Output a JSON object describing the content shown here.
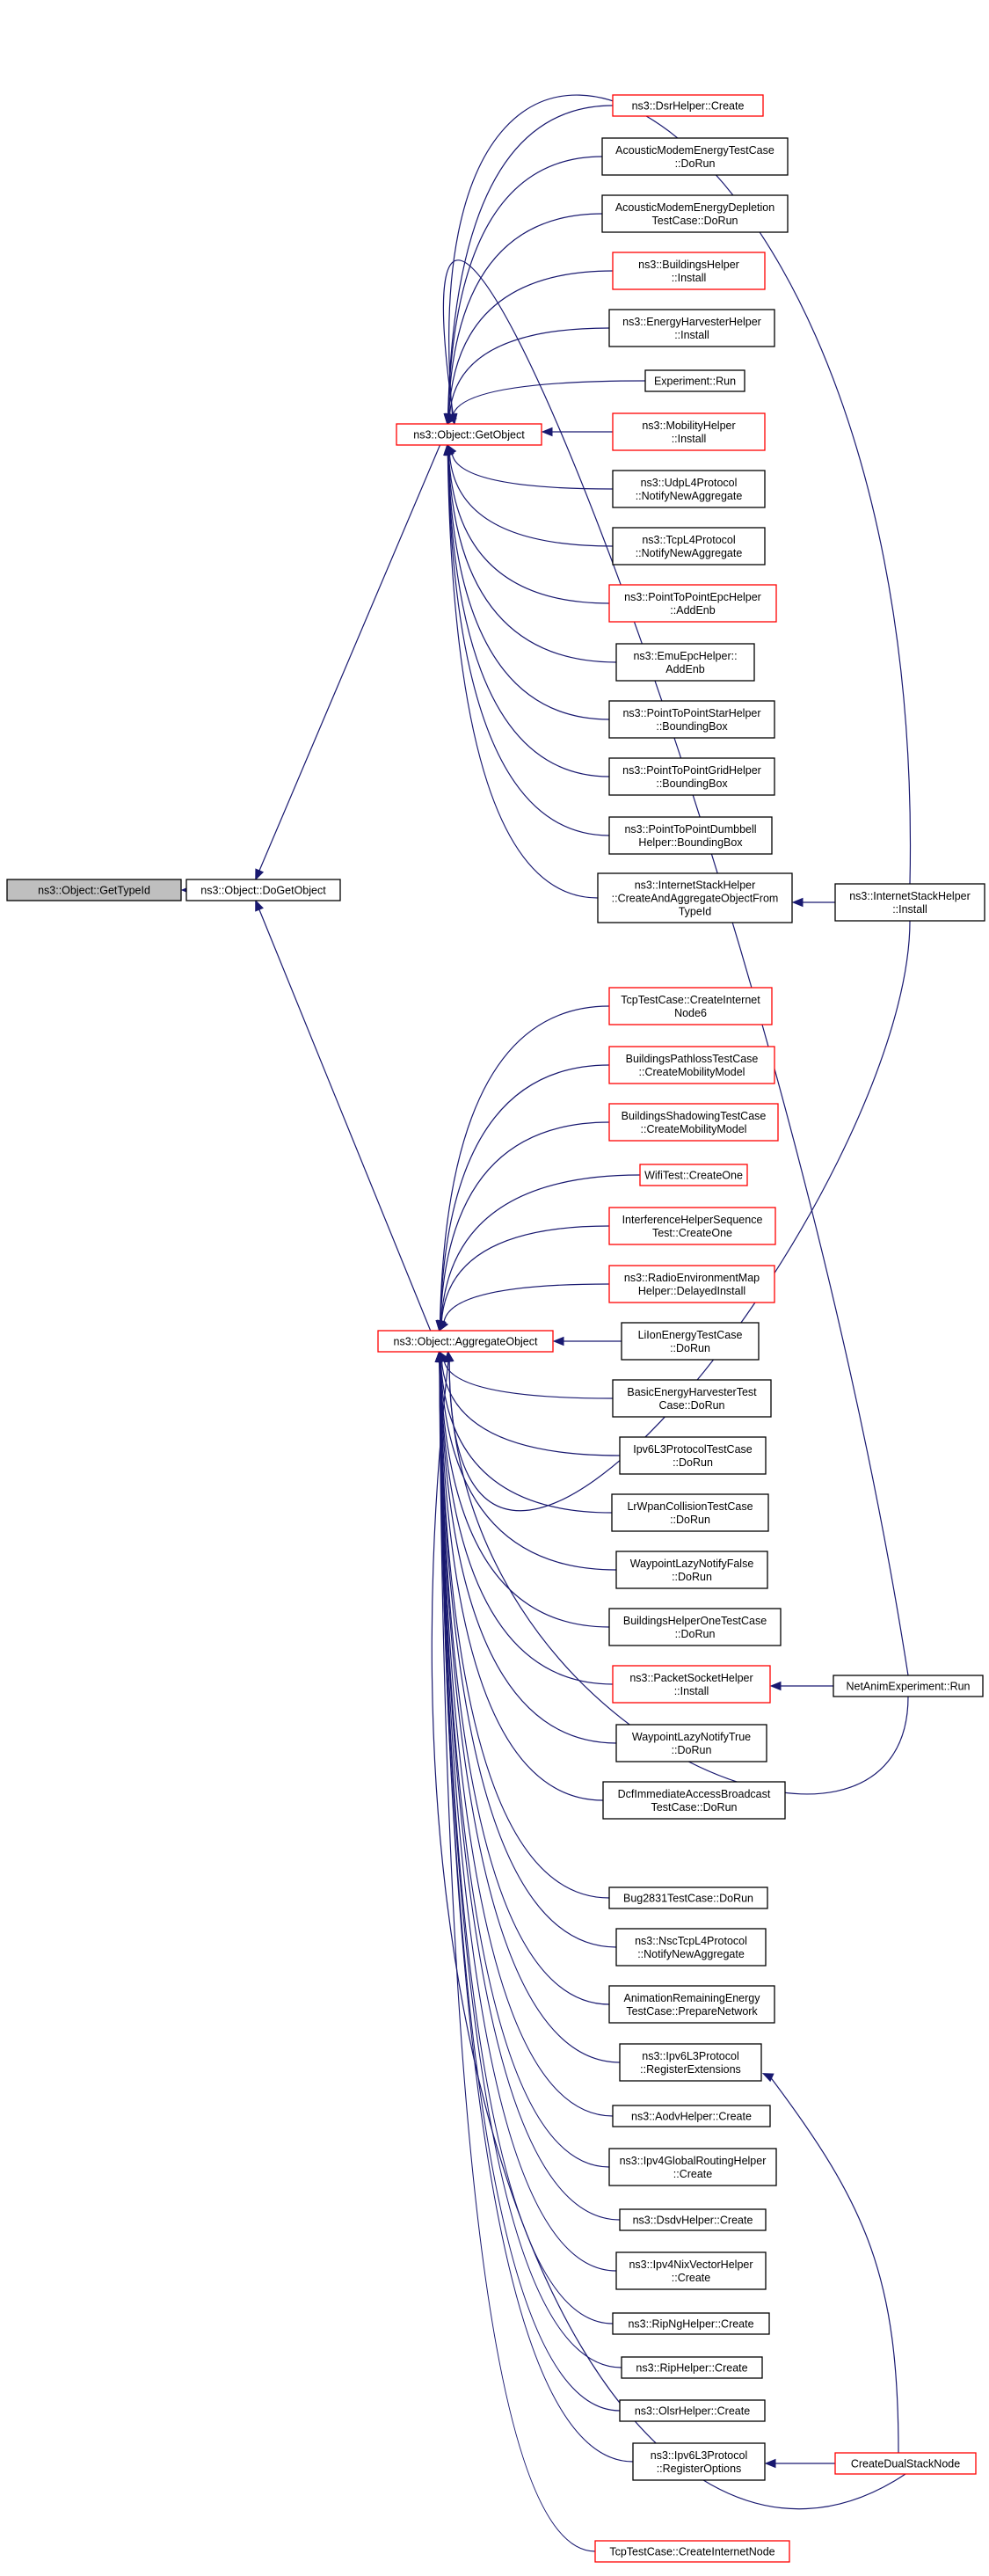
{
  "nodes": [
    {
      "id": "gettypeid",
      "lines": [
        "ns3::Object::GetTypeId"
      ],
      "style": "root"
    },
    {
      "id": "dogetobject",
      "lines": [
        "ns3::Object::DoGetObject"
      ],
      "style": "black"
    },
    {
      "id": "getobject",
      "lines": [
        "ns3::Object::GetObject"
      ],
      "style": "red"
    },
    {
      "id": "aggregateobject",
      "lines": [
        "ns3::Object::AggregateObject"
      ],
      "style": "red"
    },
    {
      "id": "dsrhelper",
      "lines": [
        "ns3::DsrHelper::Create"
      ],
      "style": "red"
    },
    {
      "id": "acousticenergy",
      "lines": [
        "AcousticModemEnergyTestCase",
        "::DoRun"
      ],
      "style": "black"
    },
    {
      "id": "acousticdepletion",
      "lines": [
        "AcousticModemEnergyDepletion",
        "TestCase::DoRun"
      ],
      "style": "black"
    },
    {
      "id": "buildingshelper",
      "lines": [
        "ns3::BuildingsHelper",
        "::Install"
      ],
      "style": "red"
    },
    {
      "id": "energyharvester",
      "lines": [
        "ns3::EnergyHarvesterHelper",
        "::Install"
      ],
      "style": "black"
    },
    {
      "id": "experimentrun",
      "lines": [
        "Experiment::Run"
      ],
      "style": "black"
    },
    {
      "id": "mobilityhelper",
      "lines": [
        "ns3::MobilityHelper",
        "::Install"
      ],
      "style": "red"
    },
    {
      "id": "udpl4",
      "lines": [
        "ns3::UdpL4Protocol",
        "::NotifyNewAggregate"
      ],
      "style": "black"
    },
    {
      "id": "tcpl4",
      "lines": [
        "ns3::TcpL4Protocol",
        "::NotifyNewAggregate"
      ],
      "style": "black"
    },
    {
      "id": "p2pepc",
      "lines": [
        "ns3::PointToPointEpcHelper",
        "::AddEnb"
      ],
      "style": "red"
    },
    {
      "id": "emuepc",
      "lines": [
        "ns3::EmuEpcHelper::",
        "AddEnb"
      ],
      "style": "black"
    },
    {
      "id": "p2pstar",
      "lines": [
        "ns3::PointToPointStarHelper",
        "::BoundingBox"
      ],
      "style": "black"
    },
    {
      "id": "p2pgrid",
      "lines": [
        "ns3::PointToPointGridHelper",
        "::BoundingBox"
      ],
      "style": "black"
    },
    {
      "id": "p2pdumbbell",
      "lines": [
        "ns3::PointToPointDumbbell",
        "Helper::BoundingBox"
      ],
      "style": "black"
    },
    {
      "id": "createaggregate",
      "lines": [
        "ns3::InternetStackHelper",
        "::CreateAndAggregateObjectFrom",
        "TypeId"
      ],
      "style": "black"
    },
    {
      "id": "internetstackinstall",
      "lines": [
        "ns3::InternetStackHelper",
        "::Install"
      ],
      "style": "black"
    },
    {
      "id": "tcpinternetnode6",
      "lines": [
        "TcpTestCase::CreateInternet",
        "Node6"
      ],
      "style": "red"
    },
    {
      "id": "pathloss",
      "lines": [
        "BuildingsPathlossTestCase",
        "::CreateMobilityModel"
      ],
      "style": "red"
    },
    {
      "id": "shadowing",
      "lines": [
        "BuildingsShadowingTestCase",
        "::CreateMobilityModel"
      ],
      "style": "red"
    },
    {
      "id": "wifitest",
      "lines": [
        "WifiTest::CreateOne"
      ],
      "style": "red"
    },
    {
      "id": "interference",
      "lines": [
        "InterferenceHelperSequence",
        "Test::CreateOne"
      ],
      "style": "red"
    },
    {
      "id": "radiomap",
      "lines": [
        "ns3::RadioEnvironmentMap",
        "Helper::DelayedInstall"
      ],
      "style": "red"
    },
    {
      "id": "liion",
      "lines": [
        "LiIonEnergyTestCase",
        "::DoRun"
      ],
      "style": "black"
    },
    {
      "id": "basicharvester",
      "lines": [
        "BasicEnergyHarvesterTest",
        "Case::DoRun"
      ],
      "style": "black"
    },
    {
      "id": "ipv6l3test",
      "lines": [
        "Ipv6L3ProtocolTestCase",
        "::DoRun"
      ],
      "style": "black"
    },
    {
      "id": "lrwpan",
      "lines": [
        "LrWpanCollisionTestCase",
        "::DoRun"
      ],
      "style": "black"
    },
    {
      "id": "waypointfalse",
      "lines": [
        "WaypointLazyNotifyFalse",
        "::DoRun"
      ],
      "style": "black"
    },
    {
      "id": "buildingsone",
      "lines": [
        "BuildingsHelperOneTestCase",
        "::DoRun"
      ],
      "style": "black"
    },
    {
      "id": "packetsocket",
      "lines": [
        "ns3::PacketSocketHelper",
        "::Install"
      ],
      "style": "red"
    },
    {
      "id": "netanim",
      "lines": [
        "NetAnimExperiment::Run"
      ],
      "style": "black"
    },
    {
      "id": "waypointtrue",
      "lines": [
        "WaypointLazyNotifyTrue",
        "::DoRun"
      ],
      "style": "black"
    },
    {
      "id": "dcfimmediate",
      "lines": [
        "DcfImmediateAccessBroadcast",
        "TestCase::DoRun"
      ],
      "style": "black"
    },
    {
      "id": "bug2831",
      "lines": [
        "Bug2831TestCase::DoRun"
      ],
      "style": "black"
    },
    {
      "id": "nsctcp",
      "lines": [
        "ns3::NscTcpL4Protocol",
        "::NotifyNewAggregate"
      ],
      "style": "black"
    },
    {
      "id": "animation",
      "lines": [
        "AnimationRemainingEnergy",
        "TestCase::PrepareNetwork"
      ],
      "style": "black"
    },
    {
      "id": "regextensions",
      "lines": [
        "ns3::Ipv6L3Protocol",
        "::RegisterExtensions"
      ],
      "style": "black"
    },
    {
      "id": "aodv",
      "lines": [
        "ns3::AodvHelper::Create"
      ],
      "style": "black"
    },
    {
      "id": "ipv4global",
      "lines": [
        "ns3::Ipv4GlobalRoutingHelper",
        "::Create"
      ],
      "style": "black"
    },
    {
      "id": "dsdv",
      "lines": [
        "ns3::DsdvHelper::Create"
      ],
      "style": "black"
    },
    {
      "id": "ipv4nix",
      "lines": [
        "ns3::Ipv4NixVectorHelper",
        "::Create"
      ],
      "style": "black"
    },
    {
      "id": "ripng",
      "lines": [
        "ns3::RipNgHelper::Create"
      ],
      "style": "black"
    },
    {
      "id": "rip",
      "lines": [
        "ns3::RipHelper::Create"
      ],
      "style": "black"
    },
    {
      "id": "olsr",
      "lines": [
        "ns3::OlsrHelper::Create"
      ],
      "style": "black"
    },
    {
      "id": "regoptions",
      "lines": [
        "ns3::Ipv6L3Protocol",
        "::RegisterOptions"
      ],
      "style": "black"
    },
    {
      "id": "dualstack",
      "lines": [
        "CreateDualStackNode"
      ],
      "style": "red"
    },
    {
      "id": "tcpinternetnode",
      "lines": [
        "TcpTestCase::CreateInternetNode"
      ],
      "style": "red"
    }
  ],
  "colors": {
    "edge": "#191970",
    "root_fill": "#bfbfbf",
    "border_black": "#000000",
    "border_red": "#ff0000",
    "background": "#ffffff"
  }
}
